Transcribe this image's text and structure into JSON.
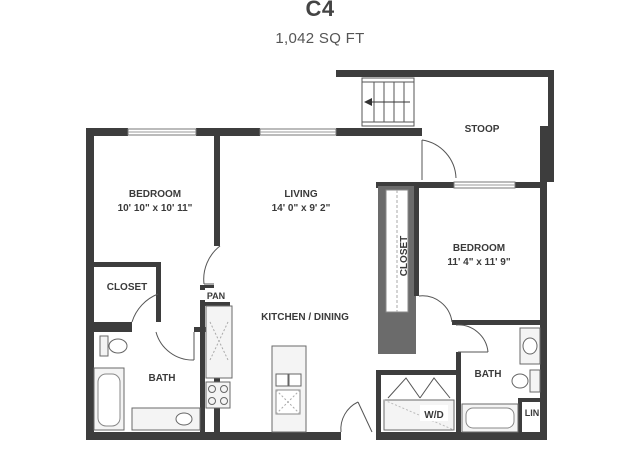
{
  "header": {
    "unit_name": "C4",
    "area": "1,042 SQ FT"
  },
  "rooms": {
    "bedroom1": {
      "name": "BEDROOM",
      "dims": "10' 10\" x 10' 11\""
    },
    "living": {
      "name": "LIVING",
      "dims": "14' 0\" x 9' 2\""
    },
    "stoop": {
      "name": "STOOP"
    },
    "bedroom2": {
      "name": "BEDROOM",
      "dims": "11' 4\" x 11' 9\""
    },
    "closet1": {
      "name": "CLOSET"
    },
    "closet2": {
      "name": "CLOSET"
    },
    "pantry": {
      "name": "PAN"
    },
    "kitchen": {
      "name": "KITCHEN / DINING"
    },
    "bath1": {
      "name": "BATH"
    },
    "bath2": {
      "name": "BATH"
    },
    "laundry": {
      "name": "W/D"
    },
    "linen": {
      "name": "LIN"
    }
  },
  "colors": {
    "wall": "#3d3d3d",
    "text": "#3a3a3a"
  }
}
